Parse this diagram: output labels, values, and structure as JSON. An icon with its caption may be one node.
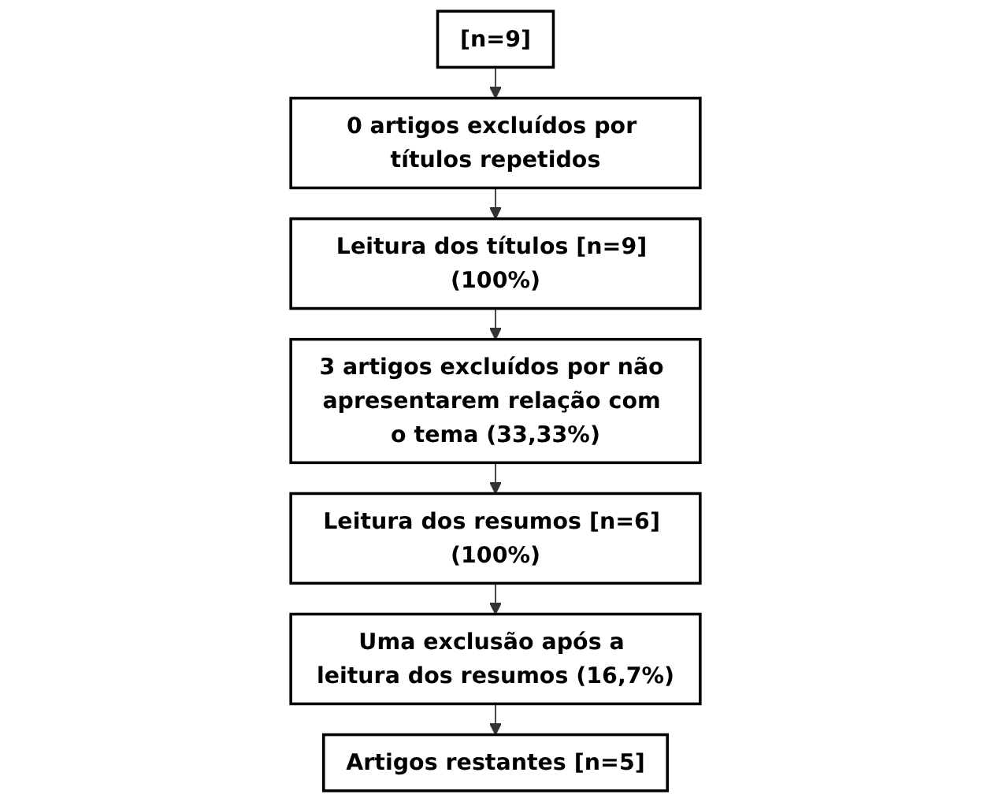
{
  "diagram": {
    "nodes": [
      {
        "text": [
          "[n=9]"
        ]
      },
      {
        "text": [
          "0 artigos excluídos por títulos repetidos"
        ]
      },
      {
        "text": [
          "Leitura dos títulos [n=9] (100%)"
        ]
      },
      {
        "text": [
          "3 artigos excluídos por não apresentarem relação com o tema (33,33%)"
        ]
      },
      {
        "text": [
          "Leitura dos resumos [n=6] (100%)"
        ]
      },
      {
        "text": [
          "Uma exclusão após a leitura dos resumos (16,7%)"
        ]
      },
      {
        "text": [
          "Artigos restantes [n=5]"
        ]
      }
    ],
    "edges": [
      {
        "from": 0,
        "to": 1,
        "arrow": "to"
      },
      {
        "from": 1,
        "to": 2,
        "arrow": "to"
      },
      {
        "from": 2,
        "to": 3,
        "arrow": "to"
      },
      {
        "from": 3,
        "to": 4,
        "arrow": "to"
      },
      {
        "from": 4,
        "to": 5,
        "arrow": "to"
      },
      {
        "from": 5,
        "to": 6,
        "arrow": "to"
      }
    ]
  }
}
